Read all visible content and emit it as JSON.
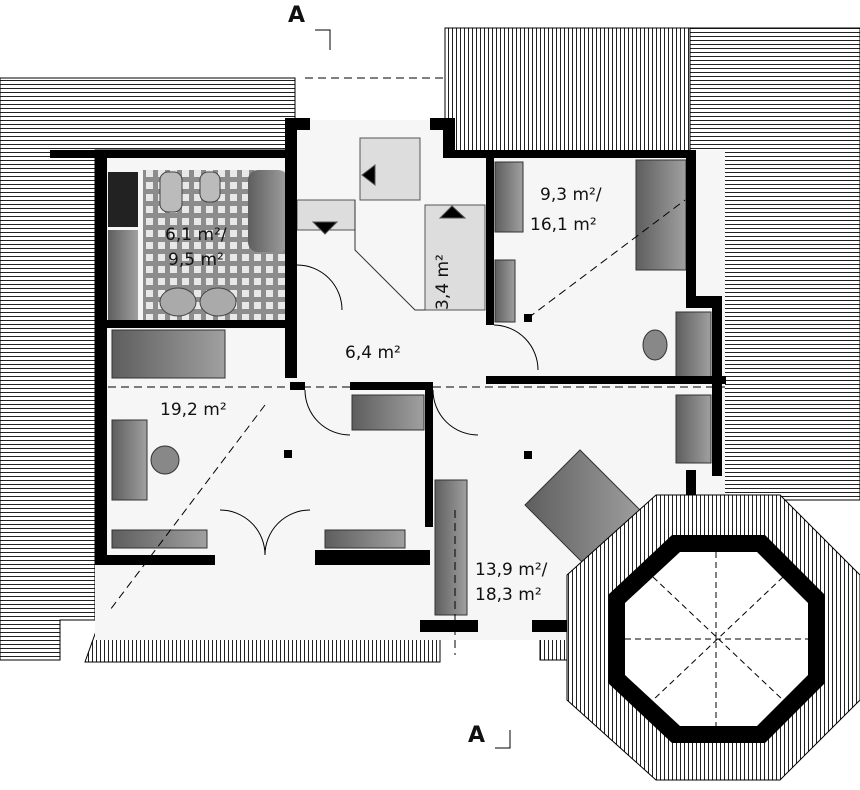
{
  "section_marks": {
    "top": "A",
    "bottom": "A"
  },
  "rooms": {
    "bathroom": {
      "area": "6,1 m²/",
      "area2": "9,5 m²"
    },
    "stairs": {
      "area": "3,4 m²"
    },
    "hall": {
      "area": "6,4 m²"
    },
    "bedroom_right": {
      "area": "9,3 m²/",
      "area2": "16,1 m²"
    },
    "bedroom_left": {
      "area": "19,2 m²"
    },
    "bedroom_bottom": {
      "area": "13,9 m²/",
      "area2": "18,3 m²"
    }
  },
  "colors": {
    "wall": "#000000",
    "furniture": "#7a7a7a",
    "tile": "#9a9a9a",
    "floor": "#f4f4f4"
  }
}
